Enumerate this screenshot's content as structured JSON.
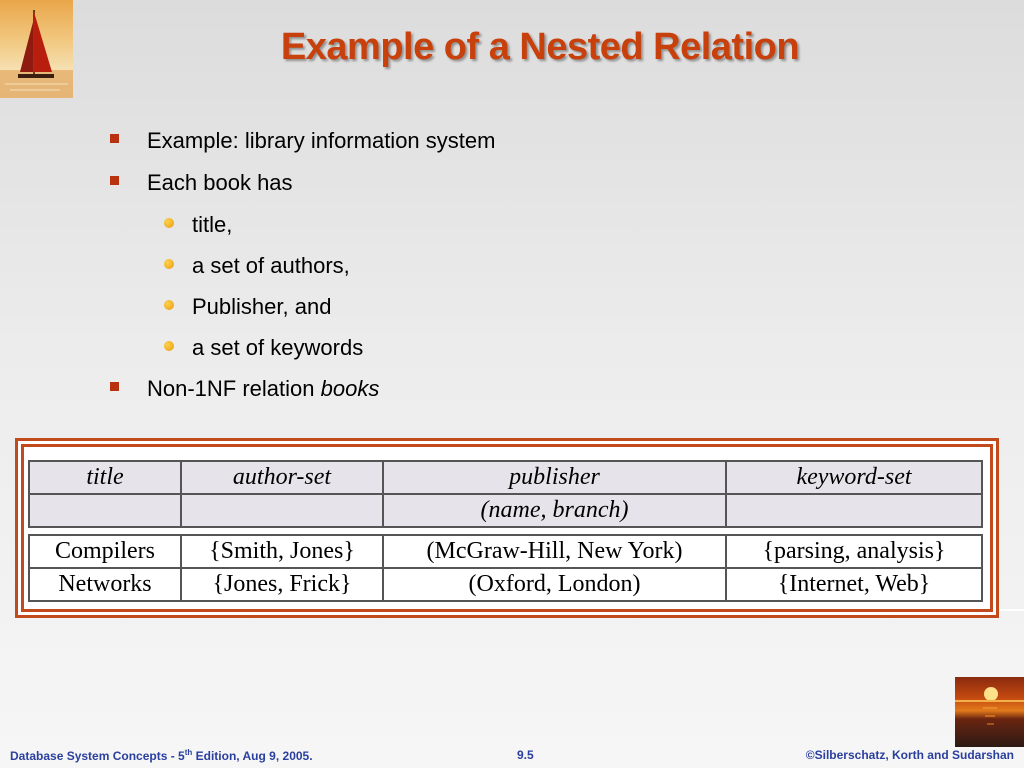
{
  "slide": {
    "title": "Example of a Nested Relation",
    "bullets": [
      {
        "text": "Example:  library information system"
      },
      {
        "text": "Each book has"
      },
      {
        "sub": [
          "title,",
          "a set of authors,",
          "Publisher, and",
          "a set of keywords"
        ]
      },
      {
        "text_prefix": "Non-1NF relation ",
        "text_italic": "books"
      }
    ]
  },
  "table": {
    "header": [
      "title",
      "author-set",
      "publisher",
      "keyword-set"
    ],
    "subheader": [
      "",
      "",
      "(name, branch)",
      ""
    ],
    "rows": [
      [
        "Compilers",
        "{Smith, Jones}",
        "(McGraw-Hill, New York)",
        "{parsing, analysis}"
      ],
      [
        "Networks",
        "{Jones, Frick}",
        "(Oxford, London)",
        "{Internet, Web}"
      ]
    ]
  },
  "footer": {
    "left_prefix": "Database System Concepts - 5",
    "left_sup": "th",
    "left_suffix": " Edition, Aug 9, 2005.",
    "page": "9.5",
    "right": "©Silberschatz, Korth and Sudarshan"
  },
  "colors": {
    "title": "#c8400c",
    "footer": "#2a3f9e",
    "frame": "#c24a1c"
  }
}
